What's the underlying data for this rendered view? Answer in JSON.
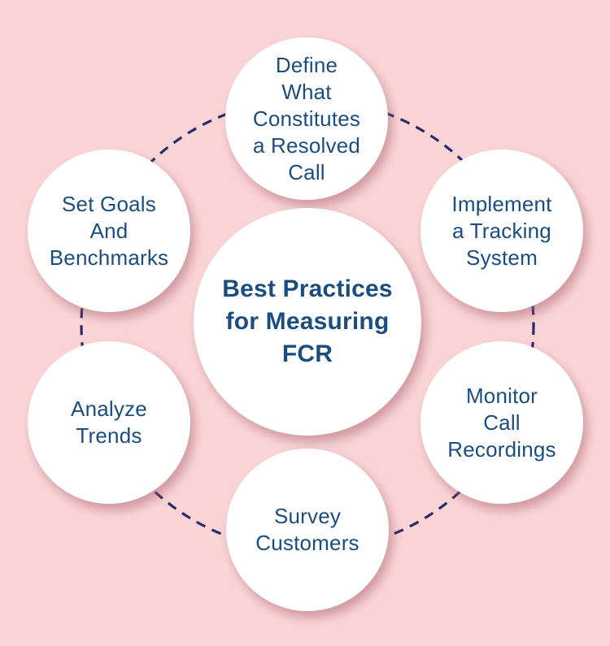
{
  "diagram": {
    "center": {
      "label": "Best Practices\nfor Measuring\nFCR"
    },
    "nodes": [
      {
        "id": "define-resolved-call",
        "label": "Define\nWhat\nConstitutes\na Resolved\nCall"
      },
      {
        "id": "implement-tracking-system",
        "label": "Implement\na Tracking\nSystem"
      },
      {
        "id": "monitor-call-recordings",
        "label": "Monitor\nCall\nRecordings"
      },
      {
        "id": "survey-customers",
        "label": "Survey\nCustomers"
      },
      {
        "id": "analyze-trends",
        "label": "Analyze\nTrends"
      },
      {
        "id": "set-goals-benchmarks",
        "label": "Set Goals\nAnd\nBenchmarks"
      }
    ],
    "colors": {
      "background": "#fbd5d6",
      "circle_fill": "#ffffff",
      "text": "#1b4d7f",
      "dashed_line": "#2b2a6d"
    }
  }
}
